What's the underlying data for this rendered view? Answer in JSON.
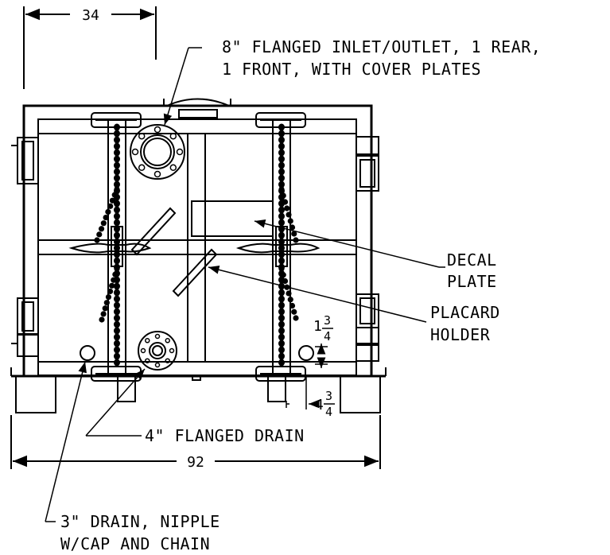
{
  "dimensions": {
    "top_width": "34",
    "overall_width": "92",
    "side_height_whole": "1",
    "side_height_num": "3",
    "side_height_den": "4",
    "bottom_offset_whole": "4",
    "bottom_offset_num": "3",
    "bottom_offset_den": "4"
  },
  "callouts": {
    "inlet_line1": "8\" FLANGED INLET/OUTLET, 1 REAR,",
    "inlet_line2": "1 FRONT, WITH COVER PLATES",
    "decal_line1": "DECAL",
    "decal_line2": "PLATE",
    "placard_line1": "PLACARD",
    "placard_line2": "HOLDER",
    "drain4": "4\" FLANGED DRAIN",
    "drain3_line1": "3\" DRAIN, NIPPLE",
    "drain3_line2": "W/CAP AND CHAIN"
  }
}
